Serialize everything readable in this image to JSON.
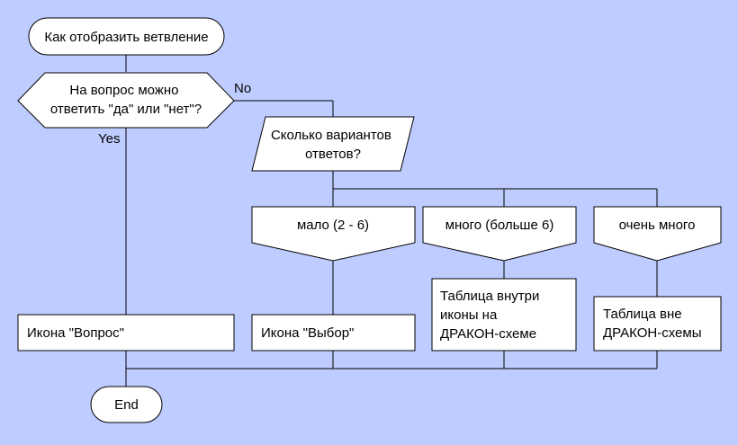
{
  "colors": {
    "background": "#bfccff",
    "node_fill": "#ffffff",
    "line": "#000000"
  },
  "diagram": {
    "start": "Как отобразить ветвление",
    "question": [
      "На вопрос можно",
      "ответить \"да\" или \"нет\"?"
    ],
    "label_no": "No",
    "label_yes": "Yes",
    "how_many": [
      "Сколько вариантов",
      "ответов?"
    ],
    "case_few": "мало (2 - 6)",
    "case_many": "много (больше 6)",
    "case_very_many": "очень много",
    "action_question_icon": "Икона \"Вопрос\"",
    "action_choice_icon": "Икона \"Выбор\"",
    "action_table_inside": [
      "Таблица внутри",
      "иконы на",
      "ДРАКОН-схеме"
    ],
    "action_table_outside": [
      "Таблица вне",
      "ДРАКОН-схемы"
    ],
    "end": "End"
  }
}
